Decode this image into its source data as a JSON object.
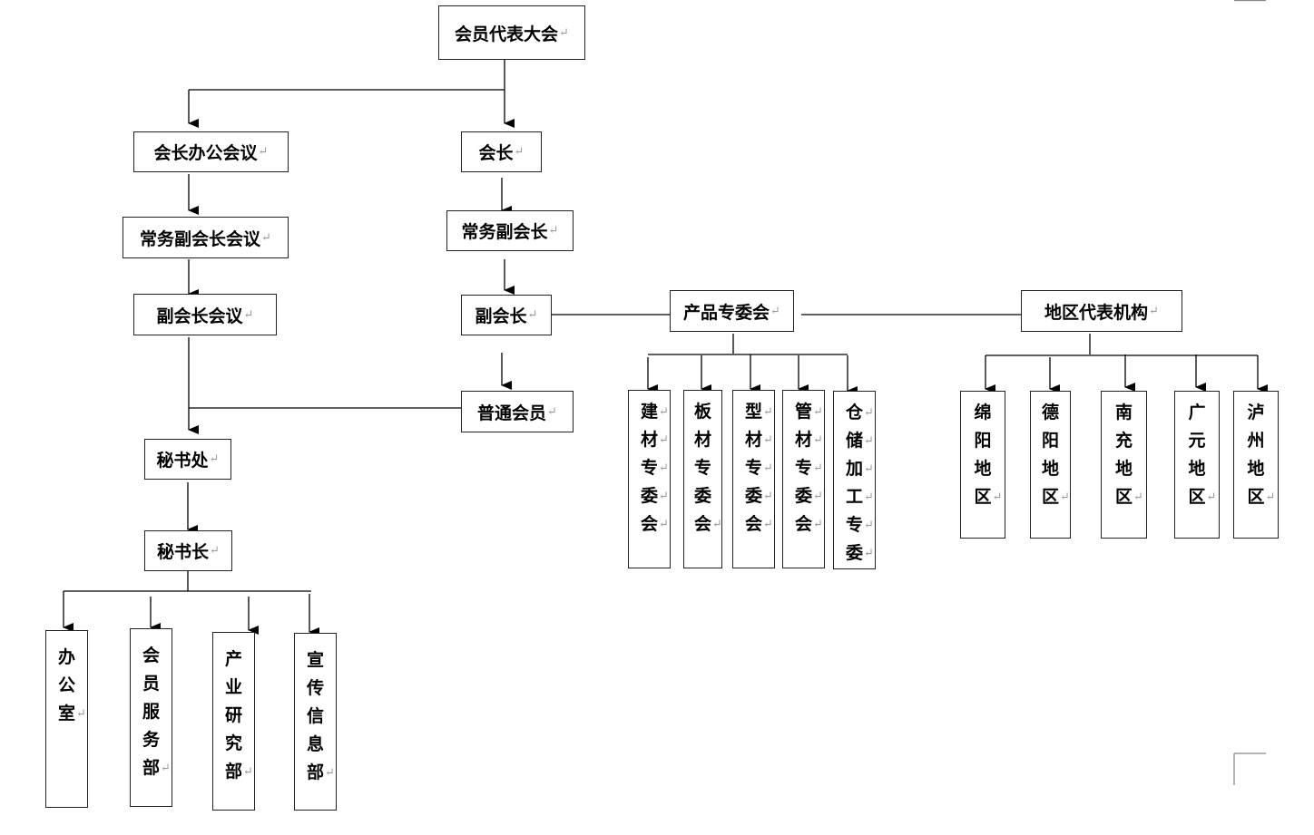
{
  "nodes": {
    "assembly": "会员代表大会",
    "president_office_meeting": "会长办公会议",
    "president": "会长",
    "exec_vp_meeting": "常务副会长会议",
    "exec_vp": "常务副会长",
    "vp_meeting": "副会长会议",
    "vp": "副会长",
    "product_committee": "产品专委会",
    "regional_org": "地区代表机构",
    "ordinary_member": "普通会员",
    "secretariat": "秘书处",
    "secretary_general": "秘书长",
    "departments": [
      "办公室",
      "会员服务部",
      "产业研究部",
      "宣传信息部"
    ],
    "product_subcommittees": [
      "建材专委会",
      "板材专委会",
      "型材专委会",
      "管材专委会",
      "仓储加工专委"
    ],
    "regions": [
      "绵阳地区",
      "德阳地区",
      "南充地区",
      "广元地区",
      "泸州地区"
    ]
  },
  "paragraph_mark": "↵"
}
